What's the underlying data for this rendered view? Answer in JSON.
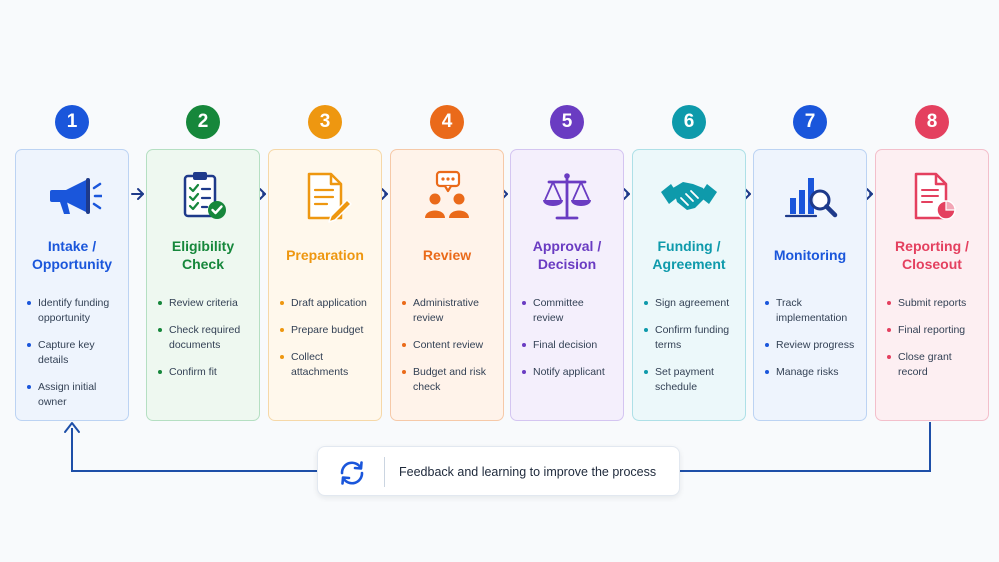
{
  "steps": [
    {
      "number": "1",
      "title_lines": [
        "Intake /",
        "Opportunity"
      ],
      "icon": "megaphone-icon",
      "color": "#1a56db",
      "bg": "#eef4fd",
      "border": "#bcd3f3",
      "items": [
        "Identify funding opportunity",
        "Capture key details",
        "Assign initial owner"
      ]
    },
    {
      "number": "2",
      "title_lines": [
        "Eligibility",
        "Check"
      ],
      "icon": "checklist-clipboard-icon",
      "color": "#16873b",
      "bg": "#eef8f0",
      "border": "#b5dfc2",
      "items": [
        "Review criteria",
        "Check required documents",
        "Confirm fit"
      ]
    },
    {
      "number": "3",
      "title_lines": [
        "Preparation"
      ],
      "icon": "document-pencil-icon",
      "color": "#ee9710",
      "bg": "#fff8ec",
      "border": "#f6d8a8",
      "items": [
        "Draft application",
        "Prepare budget",
        "Collect attachments"
      ]
    },
    {
      "number": "4",
      "title_lines": [
        "Review"
      ],
      "icon": "review-people-chat-icon",
      "color": "#ea6a1a",
      "bg": "#fff3ea",
      "border": "#f6c9a8",
      "items": [
        "Administrative review",
        "Content review",
        "Budget and risk check"
      ]
    },
    {
      "number": "5",
      "title_lines": [
        "Approval /",
        "Decision"
      ],
      "icon": "scales-icon",
      "color": "#6a3cc2",
      "bg": "#f4effc",
      "border": "#d4c5f1",
      "items": [
        "Committee review",
        "Final decision",
        "Notify applicant"
      ]
    },
    {
      "number": "6",
      "title_lines": [
        "Funding /",
        "Agreement"
      ],
      "icon": "handshake-icon",
      "color": "#0e9aab",
      "bg": "#ecf8fa",
      "border": "#aee0e7",
      "items": [
        "Sign agreement",
        "Confirm funding terms",
        "Set payment schedule"
      ]
    },
    {
      "number": "7",
      "title_lines": [
        "Monitoring"
      ],
      "icon": "bar-chart-magnifier-icon",
      "color": "#1a56db",
      "bg": "#eef4fd",
      "border": "#bcd3f3",
      "items": [
        "Track implementation",
        "Review progress",
        "Manage risks"
      ]
    },
    {
      "number": "8",
      "title_lines": [
        "Reporting /",
        "Closeout"
      ],
      "icon": "report-pie-icon",
      "color": "#e4405f",
      "bg": "#fdeff2",
      "border": "#f3bfcb",
      "items": [
        "Submit reports",
        "Final reporting",
        "Close grant record"
      ]
    }
  ],
  "feedback": {
    "text": "Feedback and learning to improve the process",
    "icon": "refresh-cycle-icon",
    "color": "#1a56db"
  },
  "connector_color": "#1e3a8a"
}
